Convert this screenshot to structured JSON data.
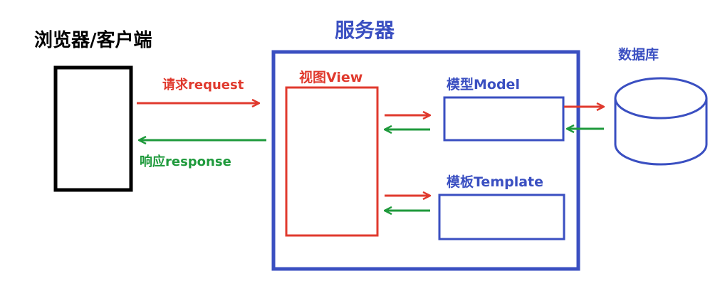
{
  "browser": {
    "label": "浏览器/客户端"
  },
  "server": {
    "label": "服务器"
  },
  "view": {
    "label": "视图View"
  },
  "model": {
    "label": "模型Model"
  },
  "template": {
    "label": "模板Template"
  },
  "database": {
    "label": "数据库"
  },
  "request": {
    "label": "请求request"
  },
  "response": {
    "label": "响应response"
  },
  "colors": {
    "black": "#000000",
    "blue": "#3a4fc1",
    "red": "#e03a2e",
    "green": "#1f9a3c"
  }
}
